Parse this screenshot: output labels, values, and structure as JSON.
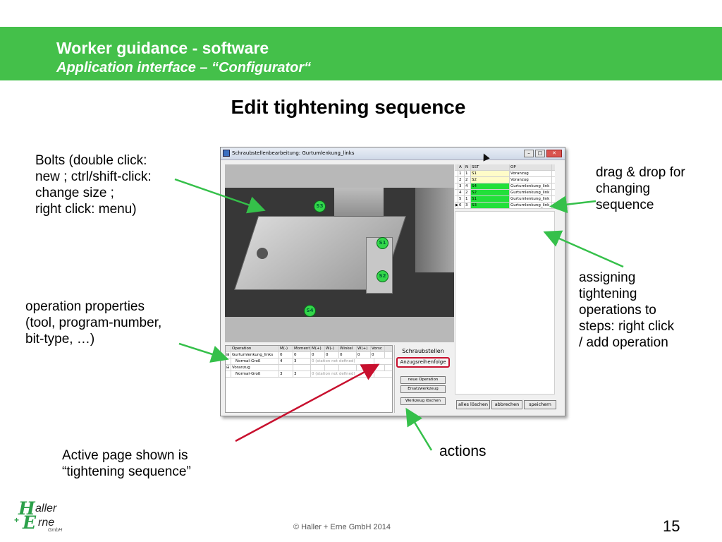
{
  "header": {
    "title": "Worker guidance - software",
    "subtitle": "Application interface – “Configurator“"
  },
  "heading": "Edit tightening sequence",
  "notes": {
    "bolts": "Bolts (double click:\nnew ; ctrl/shift-click:\nchange size ;\nright click: menu)",
    "drag": "drag & drop for\nchanging\nsequence",
    "assign": "assigning\ntightening\noperations to\nsteps: right click\n/ add operation",
    "operation": "operation properties\n(tool, program-number,\nbit-type, …)",
    "actions": "actions",
    "active_page": "Active page shown is\n“tightening sequence”"
  },
  "window": {
    "title": "Schraubstellenbearbeitung: Gurtumlenkung_links",
    "min_label": "–",
    "max_label": "□",
    "close_label": "✕",
    "bolts": [
      "S3",
      "S1",
      "S2",
      "S4"
    ],
    "sequence": {
      "headers": [
        "",
        "A",
        "N",
        "SST",
        "OP"
      ],
      "rows": [
        {
          "a": "1",
          "n": "1",
          "sst": "S1",
          "op": "Voranzug",
          "state": "yellow"
        },
        {
          "a": "2",
          "n": "2",
          "sst": "S2",
          "op": "Voranzug",
          "state": "yellow"
        },
        {
          "a": "3",
          "n": "4",
          "sst": "S4",
          "op": "Gurtumlenkung_link",
          "state": "green"
        },
        {
          "a": "4",
          "n": "2",
          "sst": "S2",
          "op": "Gurtumlenkung_link",
          "state": "green"
        },
        {
          "a": "5",
          "n": "1",
          "sst": "S1",
          "op": "Gurtumlenkung_link",
          "state": "green"
        },
        {
          "a": "6",
          "n": "3",
          "sst": "S3",
          "op": "Gurtumlenkung_link",
          "state": "green"
        }
      ]
    },
    "operations": {
      "headers": [
        "",
        "Operation",
        "M(-)",
        "Moment",
        "M(+)",
        "W(-)",
        "Winkel",
        "W(+)",
        "Vorsc"
      ],
      "groups": [
        {
          "name": "Gurtumlenkung_links",
          "values": [
            "0",
            "0",
            "0",
            "0",
            "0",
            "0",
            "0"
          ],
          "sub": {
            "name": "Normal-Groß",
            "m": "4",
            "moment": "3",
            "note": "0 (station not defined)"
          }
        },
        {
          "name": "Voranzug",
          "values": [
            "",
            "",
            "",
            "",
            "",
            "",
            ""
          ],
          "sub": {
            "name": "Normal-Groß",
            "m": "3",
            "moment": "3",
            "note": "0 (station not defined)"
          }
        }
      ]
    },
    "actions": {
      "title": "Schraubstellen",
      "active_page": "Anzugsreihenfolge",
      "buttons": [
        "neue Operation",
        "Ersatzwerkzeug",
        "Werkzeug löschen"
      ]
    },
    "bottom_buttons": [
      "alles löschen",
      "abbrechen",
      "speichern"
    ]
  },
  "colors": {
    "header_green": "#44c04a",
    "arrow_green": "#35c04a",
    "arrow_red": "#c8102e",
    "bolt_green": "#33d64a"
  },
  "footer": {
    "copyright": "© Haller + Erne GmbH 2014",
    "page_number": "15",
    "logo": {
      "h": "H",
      "aller": "aller",
      "plus": "+",
      "e": "E",
      "rne": "rne",
      "gmbh": "GmbH"
    }
  }
}
